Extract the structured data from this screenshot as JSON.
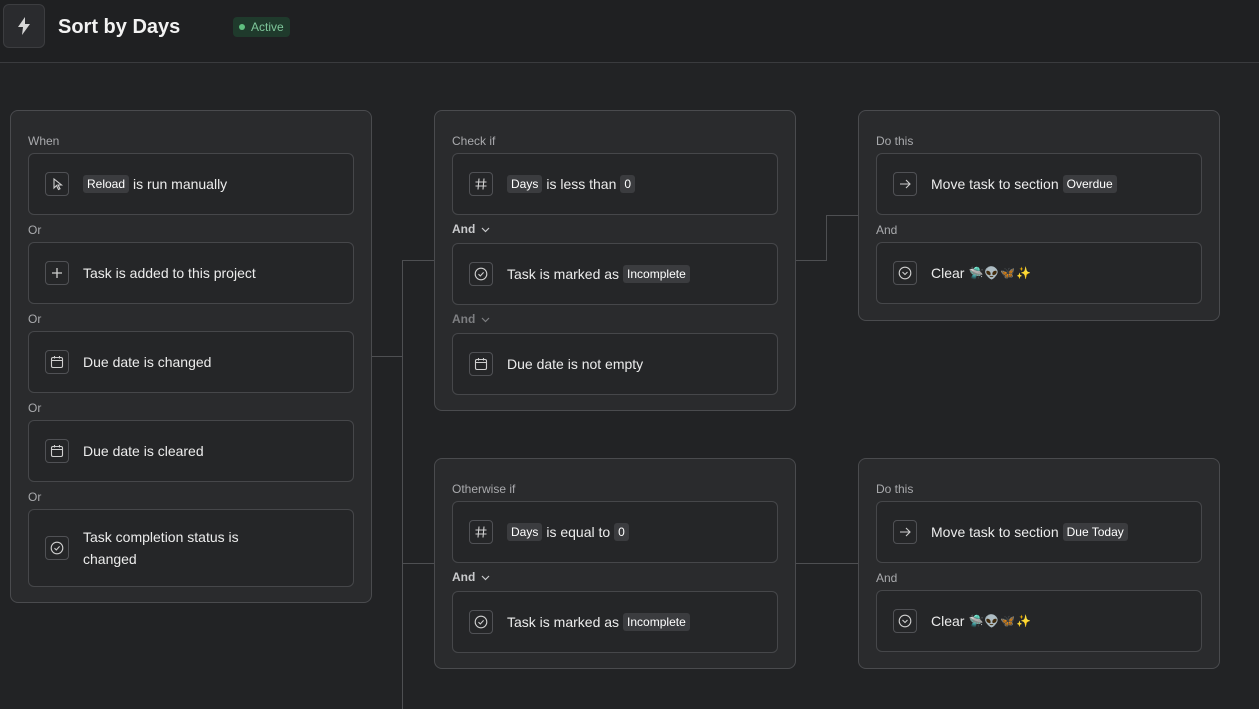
{
  "header": {
    "title": "Sort by Days",
    "status": "Active"
  },
  "when_card": {
    "label": "When",
    "or_label": "Or",
    "triggers": [
      {
        "chip": "Reload",
        "text": "is run manually"
      },
      {
        "text": "Task is added to this project"
      },
      {
        "text": "Due date is changed"
      },
      {
        "text": "Due date is cleared"
      },
      {
        "text_line1": "Task completion status is",
        "text_line2": "changed"
      }
    ]
  },
  "check_card": {
    "label": "Check if",
    "and_label": "And",
    "cond1": {
      "chip": "Days",
      "text": "is less than",
      "value": "0"
    },
    "cond2": {
      "text": "Task is marked as",
      "chip": "Incomplete"
    },
    "cond3": {
      "text": "Due date is not empty"
    }
  },
  "do_card_1": {
    "label": "Do this",
    "and_label": "And",
    "action1": {
      "text": "Move task to section",
      "chip": "Overdue"
    },
    "action2": {
      "text": "Clear",
      "emoji": "🛸👽🦋✨"
    }
  },
  "otherwise_card": {
    "label": "Otherwise if",
    "and_label": "And",
    "cond1": {
      "chip": "Days",
      "text": "is equal to",
      "value": "0"
    },
    "cond2": {
      "text": "Task is marked as",
      "chip": "Incomplete"
    }
  },
  "do_card_2": {
    "label": "Do this",
    "and_label": "And",
    "action1": {
      "text": "Move task to section",
      "chip": "Due Today"
    },
    "action2": {
      "text": "Clear",
      "emoji": "🛸👽🦋✨"
    }
  }
}
